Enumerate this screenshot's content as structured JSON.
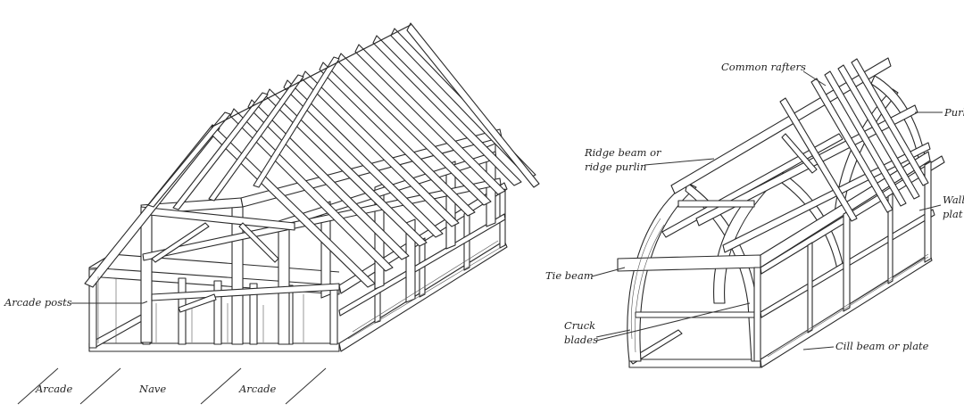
{
  "left_frame": {
    "labels": {
      "arcade_posts": "Arcade posts",
      "arcade_left": "Arcade",
      "nave": "Nave",
      "arcade_right": "Arcade"
    }
  },
  "right_frame": {
    "labels": {
      "common_rafters": "Common rafters",
      "purlin": "Purli",
      "ridge_beam_1": "Ridge beam or",
      "ridge_beam_2": "ridge purlin",
      "wall_plate_1": "Wall",
      "wall_plate_2": "plat",
      "tie_beam": "Tie beam",
      "cruck_blades_1": "Cruck",
      "cruck_blades_2": "blades",
      "cill_beam": "Cill beam or plate"
    }
  }
}
